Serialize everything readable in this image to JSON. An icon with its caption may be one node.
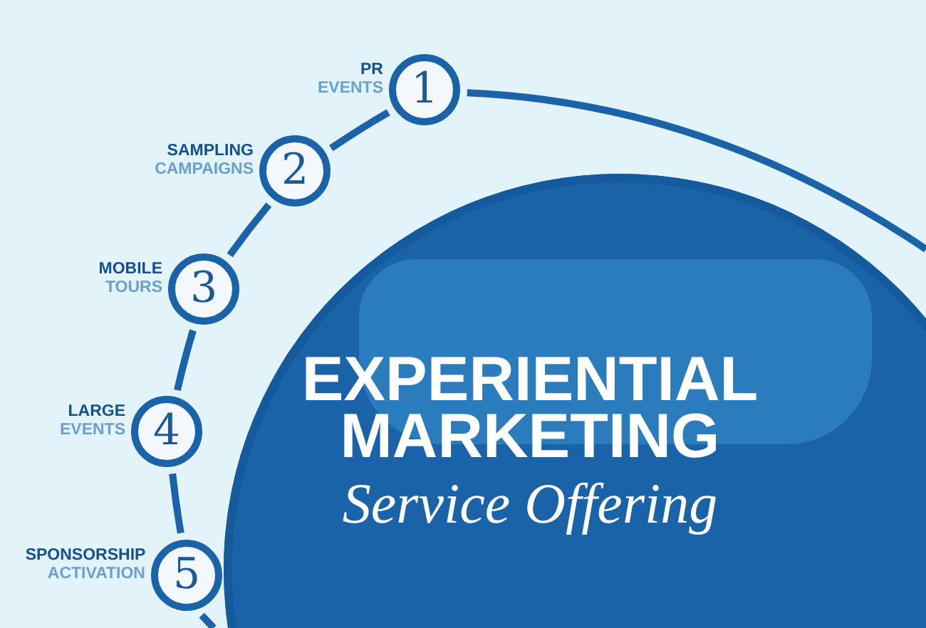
{
  "diagram": {
    "nodes": [
      {
        "text": [
          "EXPERIENTIAL MARKETING",
          "Service Offering"
        ]
      },
      {
        "text": [
          "1"
        ],
        "beside": [
          "PR EVENTS"
        ]
      },
      {
        "text": [
          "2"
        ],
        "beside": [
          "SAMPLING CAMPAIGNS"
        ]
      },
      {
        "text": [
          "3"
        ],
        "beside": [
          "MOBILE TOURS"
        ]
      },
      {
        "text": [
          "4"
        ],
        "beside": [
          "LARGE EVENTS"
        ]
      },
      {
        "text": [
          "5"
        ],
        "beside": [
          "SPONSORSHIP ACTIVATION"
        ]
      }
    ],
    "edges": [
      {
        "from": 1,
        "to": null,
        "arrow": "none"
      },
      {
        "from": 1,
        "to": 2,
        "arrow": "none"
      },
      {
        "from": 2,
        "to": 3,
        "arrow": "none"
      },
      {
        "from": 3,
        "to": 4,
        "arrow": "none"
      },
      {
        "from": 4,
        "to": 5,
        "arrow": "none"
      },
      {
        "from": 5,
        "to": null,
        "arrow": "none"
      }
    ]
  }
}
